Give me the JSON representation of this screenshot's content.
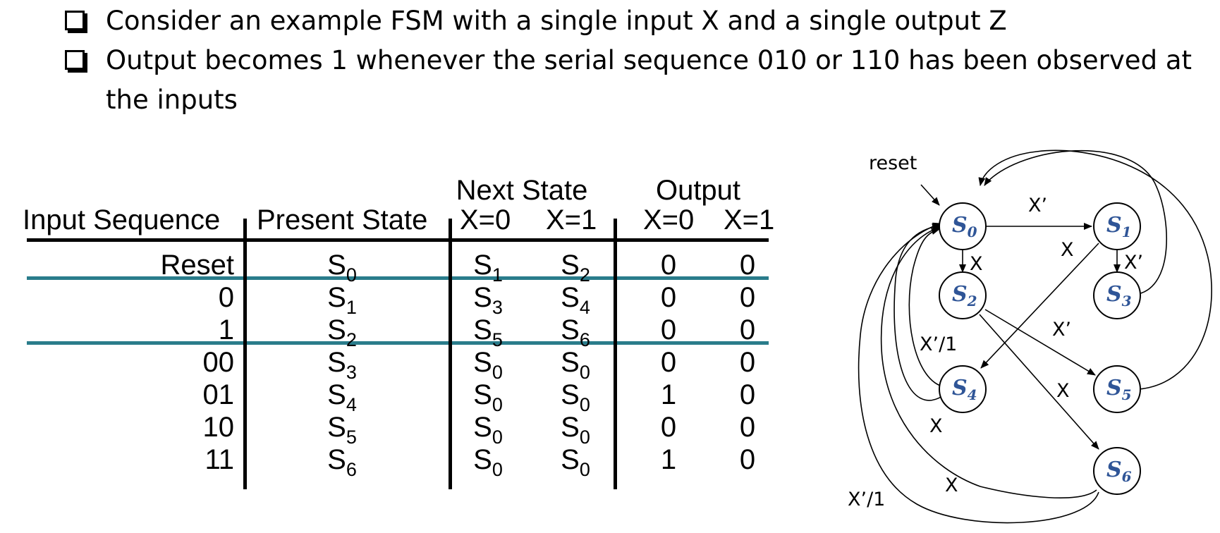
{
  "bullets": [
    "Consider an example FSM with a single input X and a single output Z",
    "Output becomes 1 whenever the serial sequence 010 or 110 has been observed at the inputs"
  ],
  "table": {
    "group_headers": {
      "next_state": "Next State",
      "output": "Output"
    },
    "headers": {
      "input_sequence": "Input Sequence",
      "present_state": "Present State",
      "ns_x0": "X=0",
      "ns_x1": "X=1",
      "out_x0": "X=0",
      "out_x1": "X=1"
    },
    "rows": [
      {
        "seq": "Reset",
        "ps": "0",
        "ns0": "1",
        "ns1": "2",
        "o0": "0",
        "o1": "0"
      },
      {
        "seq": "0",
        "ps": "1",
        "ns0": "3",
        "ns1": "4",
        "o0": "0",
        "o1": "0"
      },
      {
        "seq": "1",
        "ps": "2",
        "ns0": "5",
        "ns1": "6",
        "o0": "0",
        "o1": "0"
      },
      {
        "seq": "00",
        "ps": "3",
        "ns0": "0",
        "ns1": "0",
        "o0": "0",
        "o1": "0"
      },
      {
        "seq": "01",
        "ps": "4",
        "ns0": "0",
        "ns1": "0",
        "o0": "1",
        "o1": "0"
      },
      {
        "seq": "10",
        "ps": "5",
        "ns0": "0",
        "ns1": "0",
        "o0": "0",
        "o1": "0"
      },
      {
        "seq": "11",
        "ps": "6",
        "ns0": "0",
        "ns1": "0",
        "o0": "1",
        "o1": "0"
      }
    ],
    "state_letter": "S"
  },
  "diagram": {
    "reset_label": "reset",
    "node_letter": "S",
    "nodes": [
      "0",
      "1",
      "2",
      "3",
      "4",
      "5",
      "6"
    ],
    "edge_labels": {
      "s0_s1": "X’",
      "s0_s2": "X",
      "s1_s3": "X’",
      "s1_s4": "X",
      "s2_s5": "X’",
      "s2_s6": "X",
      "s4_s0_a": "X’/1",
      "s4_s0_b": "X",
      "s6_s0_a": "X",
      "s6_s0_b": "X’/1"
    },
    "colors": {
      "node_text": "#2f5597",
      "teal_rule": "#2a7c8b"
    }
  }
}
